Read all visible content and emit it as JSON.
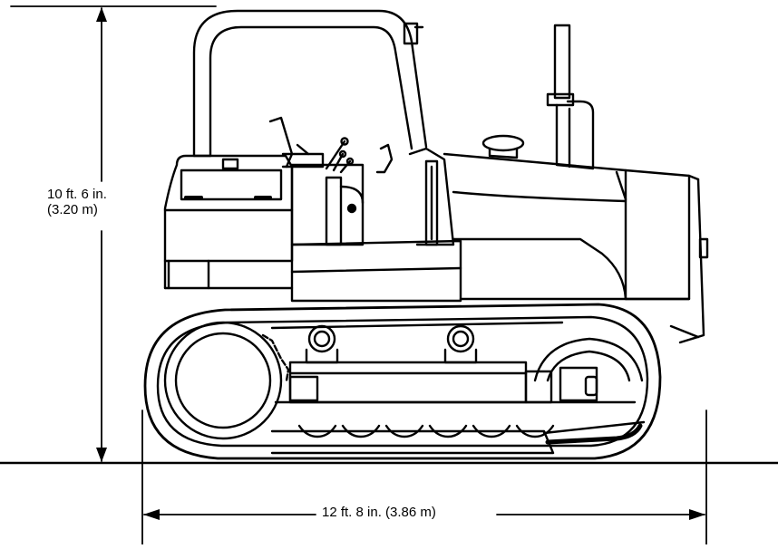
{
  "dimensions": {
    "height_ft": "10 ft. 6 in.",
    "height_m": "(3.20 m)",
    "length": "12 ft. 8 in. (3.86 m)"
  },
  "colors": {
    "line": "#000000",
    "background": "#ffffff"
  }
}
